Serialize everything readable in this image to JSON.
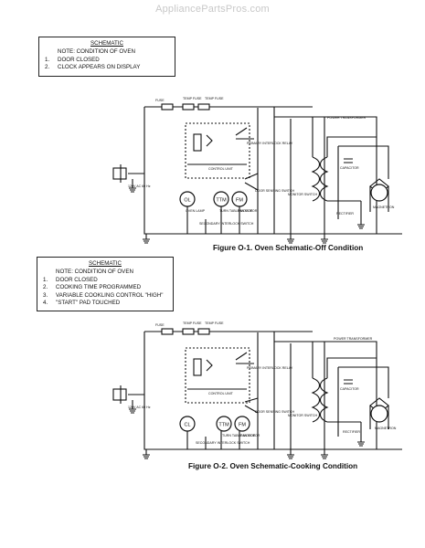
{
  "watermark": "AppliancePartsPros.com",
  "box1": {
    "title": "SCHEMATIC",
    "lines": [
      {
        "num": "",
        "text": "NOTE: CONDITION OF OVEN"
      },
      {
        "num": "1.",
        "text": "DOOR CLOSED"
      },
      {
        "num": "2.",
        "text": "CLOCK APPEARS ON DISPLAY"
      }
    ]
  },
  "box2": {
    "title": "SCHEMATIC",
    "lines": [
      {
        "num": "",
        "text": "NOTE: CONDITION OF OVEN"
      },
      {
        "num": "1.",
        "text": "DOOR CLOSED"
      },
      {
        "num": "2.",
        "text": "COOKING TIME PROGRAMMED"
      },
      {
        "num": "3.",
        "text": "VARIABLE COOKLING CONTROL \"HIGH\""
      },
      {
        "num": "4.",
        "text": "\"START\" PAD TOUCHED"
      }
    ]
  },
  "captions": {
    "fig1": "Figure O-1. Oven Schematic-Off Condition",
    "fig2": "Figure O-2. Oven Schematic-Cooking Condition"
  },
  "labels": {
    "fuse": "FUSE",
    "temp_fuse": "TEMP FUSE",
    "control_unit": "CONTROL UNIT",
    "power_transformer": "POWER TRANSFORMER",
    "primary_interlock_relay": "PRIMARY INTERLOCK RELAY",
    "door_sensing_switch": "DOOR SENSING SWITCH",
    "monitor_switch": "MONITOR SWITCH",
    "secondary_interlock_switch": "SECONDARY INTERLOCK SWITCH",
    "rectifier": "RECTIFIER",
    "magnetron": "MAGNETRON",
    "capacitor": "CAPACITOR",
    "oven_lamp": "OVEN LAMP",
    "turntable_motor": "TURN TABLE MOTOR",
    "fan_motor": "FAN MOTOR",
    "cl": "CL",
    "ol": "OL",
    "ttm": "TTM",
    "fm": "FM",
    "voltage": "120V AC 60 Hz"
  }
}
